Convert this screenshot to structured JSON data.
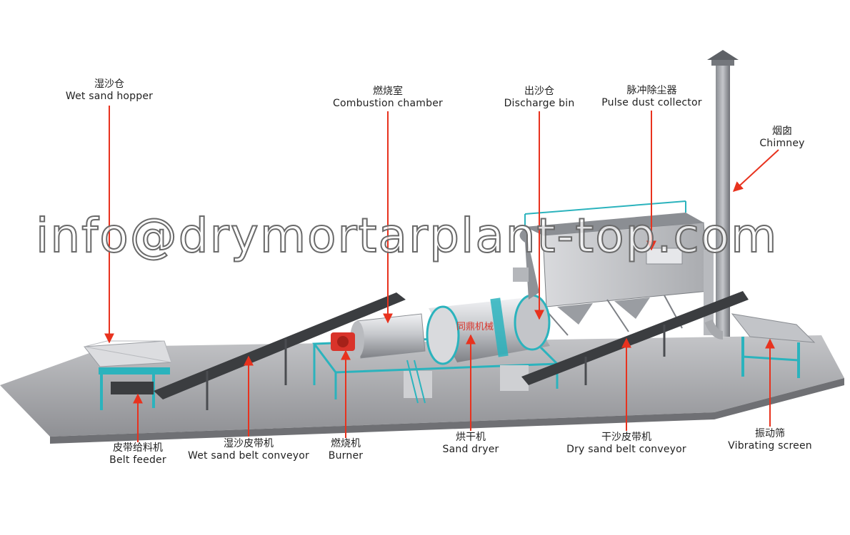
{
  "watermark": "info@drymortarplant-top.com",
  "brand_text": "同鼎机械",
  "colors": {
    "accent_arrow": "#e8321e",
    "frame": "#2bb3bd",
    "floor": "#a6a7aa",
    "drum": "#c9cbcf",
    "belt": "#3b3d40",
    "burner": "#d9332a"
  },
  "labels": {
    "wet_sand_hopper": {
      "zh": "湿沙仓",
      "en": "Wet sand hopper"
    },
    "combustion_chamber": {
      "zh": "燃烧室",
      "en": "Combustion chamber"
    },
    "discharge_bin": {
      "zh": "出沙仓",
      "en": "Discharge bin"
    },
    "pulse_dust_collector": {
      "zh": "脉冲除尘器",
      "en": "Pulse dust collector"
    },
    "chimney": {
      "zh": "烟囱",
      "en": "Chimney"
    },
    "belt_feeder": {
      "zh": "皮带给料机",
      "en": "Belt feeder"
    },
    "wet_sand_belt_conveyor": {
      "zh": "湿沙皮带机",
      "en": "Wet sand belt conveyor"
    },
    "burner": {
      "zh": "燃烧机",
      "en": "Burner"
    },
    "sand_dryer": {
      "zh": "烘干机",
      "en": "Sand dryer"
    },
    "dry_sand_belt_conveyor": {
      "zh": "干沙皮带机",
      "en": "Dry sand belt conveyor"
    },
    "vibrating_screen": {
      "zh": "振动筛",
      "en": "Vibrating screen"
    }
  }
}
